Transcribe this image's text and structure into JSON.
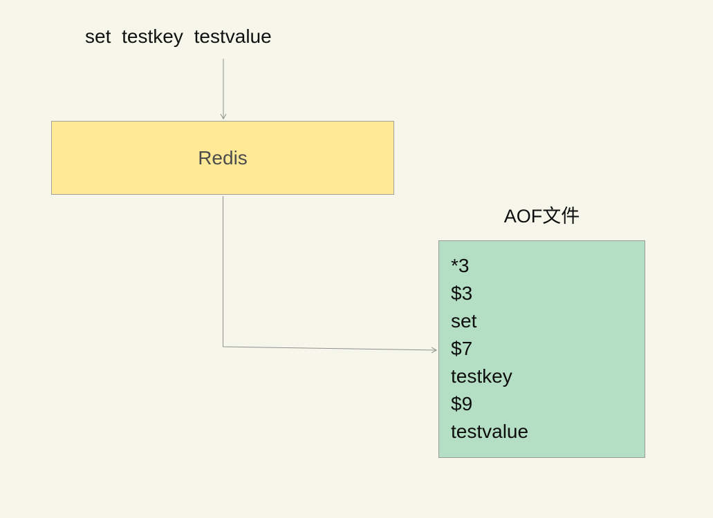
{
  "diagram": {
    "command_text": "set testkey testvalue",
    "redis_box": {
      "label": "Redis"
    },
    "aof": {
      "title": "AOF文件",
      "lines": [
        "*3",
        "$3",
        "set",
        "$7",
        "testkey",
        "$9",
        "testvalue"
      ]
    },
    "colors": {
      "background": "#f6f7ea",
      "redis_box_fill": "#ffe896",
      "aof_box_fill": "#b5dfc4",
      "box_border": "#a0a098",
      "arrow_stroke": "#8f8f8f",
      "text": "#0d0d0d",
      "redis_label_text": "#4c4c4c"
    }
  }
}
